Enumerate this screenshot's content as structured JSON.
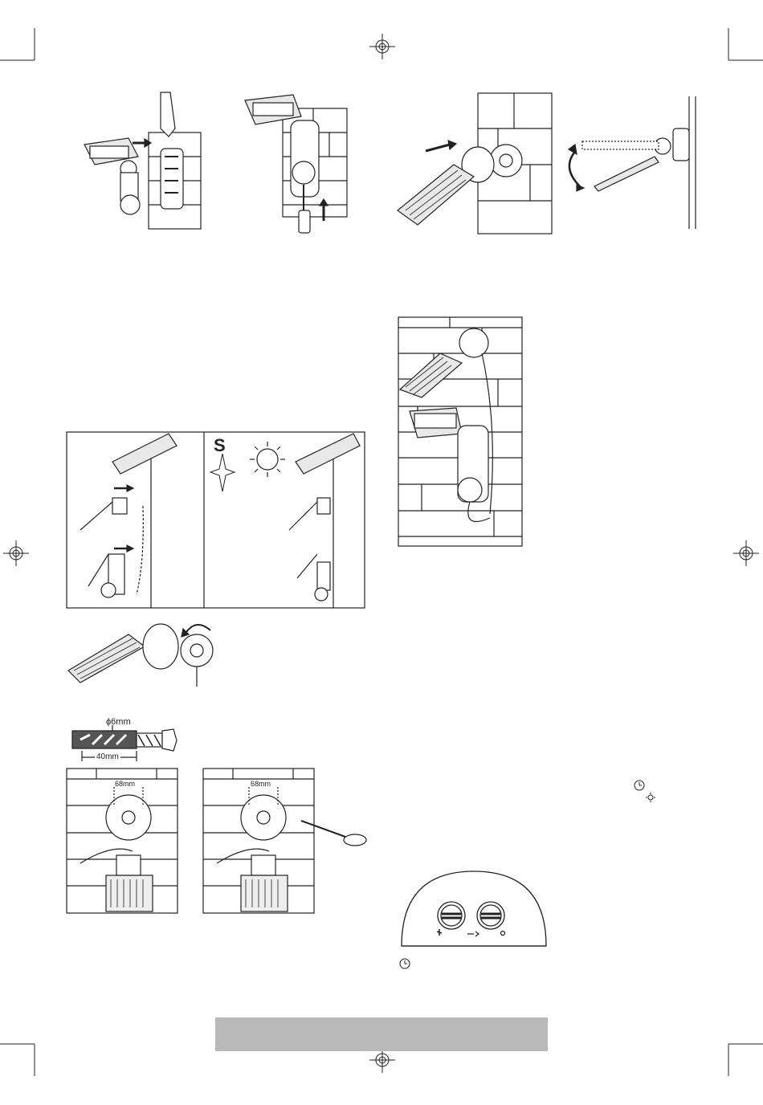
{
  "labels": {
    "drill_diameter": "ϕ6mm",
    "drill_depth": "40mm",
    "hole_spacing": "68mm",
    "hole_spacing_2": "68mm",
    "south_marker": "S"
  },
  "colors": {
    "line": "#222222",
    "footer_bar": "#b9b9b9",
    "fill_light": "#f2f2f2",
    "fill_dark": "#555555"
  },
  "icons": {
    "registration_mark": "crosshair-circle-icon",
    "timer": "clock-icon",
    "lux": "sun-icon",
    "compass": "compass-star-icon"
  }
}
